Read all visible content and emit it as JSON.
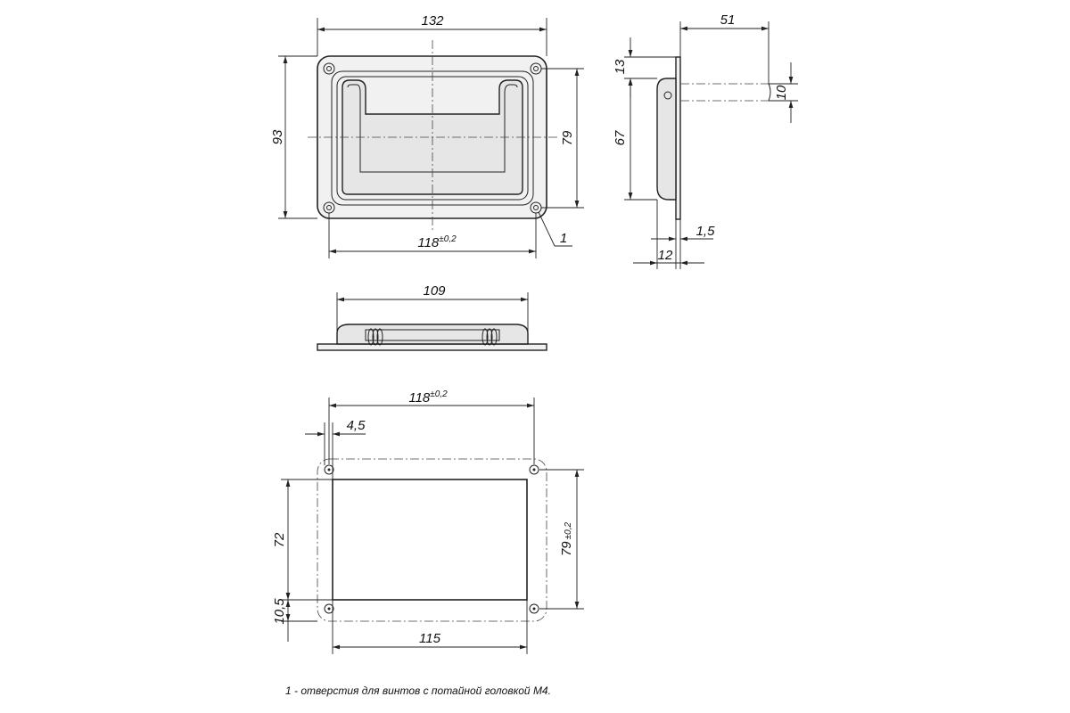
{
  "dimensions": {
    "width_132": "132",
    "height_93": "93",
    "height_79": "79",
    "hole_spacing_118": "118",
    "tolerance": "±0,2",
    "leader_1": "1",
    "side_51": "51",
    "side_13": "13",
    "side_10": "10",
    "side_67": "67",
    "side_1_5": "1,5",
    "side_12": "12",
    "top_109": "109",
    "cutout_118": "118",
    "cutout_4_5": "4,5",
    "cutout_72": "72",
    "cutout_79": "79",
    "cutout_10_5": "10,5",
    "cutout_115": "115"
  },
  "footnote": "1 - отверстия для винтов с потайной головкой М4."
}
